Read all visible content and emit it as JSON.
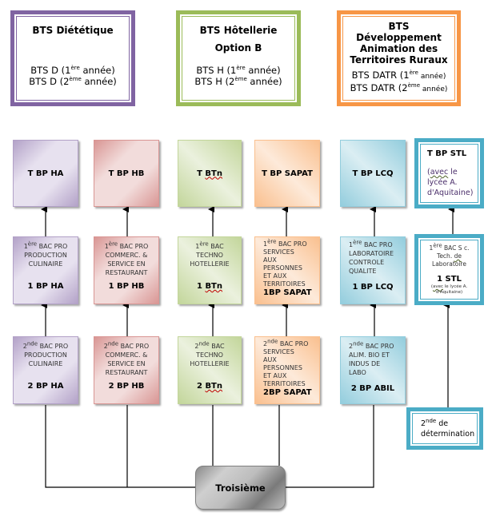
{
  "bts": [
    {
      "title_lines": [
        "BTS Diététique"
      ],
      "line1": {
        "prefix": "BTS D (1",
        "sup": "ère",
        "suffix": " année)"
      },
      "line2": {
        "prefix": "BTS D (2",
        "sup": "ème",
        "suffix": " année)"
      },
      "color": "#8064a2"
    },
    {
      "title_lines": [
        "BTS Hôtellerie",
        "Option B"
      ],
      "line1": {
        "prefix": "BTS H (1",
        "sup": "ère",
        "suffix": " année)"
      },
      "line2": {
        "prefix": "BTS H (2",
        "sup": "ème",
        "suffix": " année)"
      },
      "color": "#9bbb59"
    },
    {
      "title_lines": [
        "BTS",
        "Développement",
        "Animation des",
        "Territoires Ruraux"
      ],
      "line1": {
        "prefix": "BTS DATR (1",
        "sup": "ère",
        "suffix": " année)"
      },
      "line2": {
        "prefix": "BTS DATR (2",
        "sup": "ème",
        "suffix": " année)"
      },
      "color": "#f79646"
    }
  ],
  "columns": [
    {
      "id": "ha",
      "color": "#b2a1c7",
      "terminale": "T BP HA",
      "premiere": {
        "level": "1",
        "sup": "ère",
        "lines": [
          " BAC PRO",
          "PRODUCTION",
          "CULINAIRE"
        ],
        "code": "1 BP HA"
      },
      "seconde": {
        "level": "2",
        "sup": "nde",
        "lines": [
          " BAC PRO",
          "PRODUCTION",
          "CULINAIRE"
        ],
        "code": "2 BP HA"
      }
    },
    {
      "id": "hb",
      "color": "#d99694",
      "terminale": "T BP HB",
      "premiere": {
        "level": "1",
        "sup": "ère",
        "lines": [
          " BAC PRO",
          "COMMERC. &",
          "SERVICE EN",
          "RESTAURANT"
        ],
        "code": "1 BP HB"
      },
      "seconde": {
        "level": "2",
        "sup": "nde",
        "lines": [
          " BAC PRO",
          "COMMERC. &",
          "SERVICE EN",
          "RESTAURANT"
        ],
        "code": "2 BP HB"
      }
    },
    {
      "id": "btn",
      "color": "#c3d69b",
      "terminale_prefix": "T ",
      "terminale_word": "BTn",
      "premiere": {
        "level": "1",
        "sup": "ère",
        "lines": [
          " BAC",
          "TECHNO",
          "HOTELLERIE"
        ],
        "code_prefix": "1 ",
        "code_word": "BTn"
      },
      "seconde": {
        "level": "2",
        "sup": "nde",
        "lines": [
          " BAC",
          "TECHNO",
          "HOTELLERIE"
        ],
        "code_prefix": "2 ",
        "code_word": "BTn"
      }
    },
    {
      "id": "sapat",
      "color": "#fac08f",
      "terminale": "T BP SAPAT",
      "premiere": {
        "level": "1",
        "sup": "ère",
        "lines": [
          " BAC  PRO",
          "SERVICES",
          "AUX",
          "PERSONNES",
          "ET AUX",
          "TERRITOIRES"
        ],
        "code": "1BP SAPAT"
      },
      "seconde": {
        "level": "2",
        "sup": "nde",
        "lines": [
          " BAC  PRO",
          "SERVICES",
          "AUX",
          "PERSONNES",
          "ET AUX",
          "TERRITOIRES"
        ],
        "code": "2BP SAPAT"
      }
    },
    {
      "id": "lcq",
      "color": "#93cddd",
      "terminale": "T BP LCQ",
      "premiere": {
        "level": "1",
        "sup": "ère",
        "lines": [
          " BAC  PRO",
          "LABORATOIRE",
          "CONTROLE",
          "QUALITE"
        ],
        "code": "1 BP LCQ"
      },
      "seconde": {
        "level": "2",
        "sup": "nde",
        "lines": [
          " BAC  PRO",
          "ALIM. BIO  ET",
          "INDUS DE",
          "LABO"
        ],
        "code": "2 BP ABIL"
      }
    }
  ],
  "stl": {
    "color": "#4bacc6",
    "terminale": {
      "title": "T BP STL",
      "note_open": "(",
      "note_word": "avec",
      "note_rest": " le",
      "note_l2": "lycée A.",
      "note_l3": "d'Aquitaine)"
    },
    "premiere": {
      "level": "1",
      "sup": "ère",
      "l1": " BAC S c.",
      "l2_a": "Tech. ",
      "l2_b": "de",
      "l3": "Laboratoire",
      "code": "1 STL",
      "note_open": "(",
      "note_word": "avec",
      "note_rest": " le lycée A.",
      "note_l2": "d'Aquitaine)"
    },
    "seconde": {
      "level": "2",
      "sup": "nde",
      "l1_rest": " de",
      "l2": "détermination"
    }
  },
  "root": {
    "label": "Troisième",
    "color": "#a6a6a6"
  }
}
